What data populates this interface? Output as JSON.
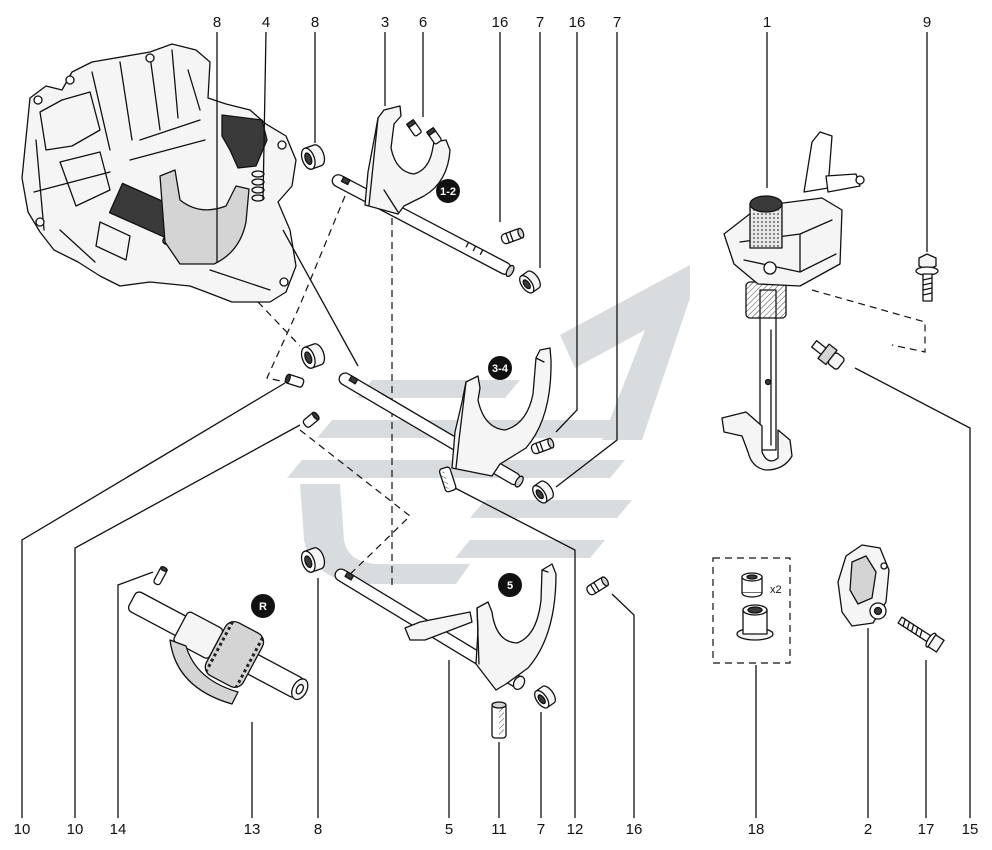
{
  "labels": {
    "top": [
      "8",
      "4",
      "8",
      "3",
      "6",
      "16",
      "7",
      "16",
      "7",
      "1",
      "9"
    ],
    "bottom": [
      "10",
      "10",
      "14",
      "13",
      "8",
      "5",
      "11",
      "7",
      "12",
      "16",
      "18",
      "2",
      "17",
      "15"
    ]
  },
  "badges": {
    "first_second": "1-2",
    "third_fourth": "3-4",
    "fifth": "5",
    "reverse": "R"
  },
  "kit_quantity": "x2",
  "colors": {
    "ink": "#111111",
    "watermark": "#d9dcdf",
    "badge_text": "#ffffff"
  }
}
